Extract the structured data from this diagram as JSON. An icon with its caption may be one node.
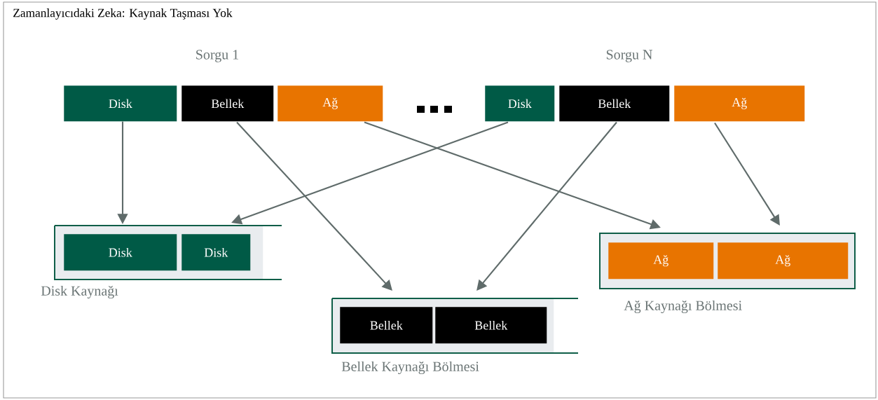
{
  "diagram": {
    "title": "Zamanlayıcıdaki Zeka: Kaynak Taşması Yok",
    "nodes": [
      {
        "text": [
          "Disk"
        ]
      },
      {
        "text": [
          "Bellek"
        ]
      },
      {
        "text": [
          "Ağ"
        ]
      },
      {
        "text": [
          "Disk"
        ]
      },
      {
        "text": [
          "Bellek"
        ]
      },
      {
        "text": [
          "Ağ"
        ]
      },
      {
        "text": [
          "Disk Kaynağı"
        ]
      },
      {
        "text": [
          "Disk"
        ],
        "in": 6
      },
      {
        "text": [
          "Disk"
        ],
        "in": 6
      },
      {
        "text": [
          "Bellek Kaynağı Bölmesi"
        ]
      },
      {
        "text": [
          "Bellek"
        ],
        "in": 9
      },
      {
        "text": [
          "Bellek"
        ],
        "in": 9
      },
      {
        "text": [
          "Ağ Kaynağı Bölmesi"
        ]
      },
      {
        "text": [
          "Ağ"
        ],
        "in": 12
      },
      {
        "text": [
          "Ağ"
        ],
        "in": 12
      }
    ],
    "edges": [
      {
        "from": 0,
        "to": 6,
        "arrow": "to"
      },
      {
        "from": 1,
        "to": 9,
        "arrow": "to"
      },
      {
        "from": 2,
        "to": 12,
        "arrow": "to"
      },
      {
        "from": 3,
        "to": 6,
        "arrow": "to"
      },
      {
        "from": 4,
        "to": 9,
        "arrow": "to"
      },
      {
        "from": 5,
        "to": 12,
        "arrow": "to"
      }
    ],
    "labels": [
      "Sorgu 1",
      "Sorgu N"
    ]
  }
}
